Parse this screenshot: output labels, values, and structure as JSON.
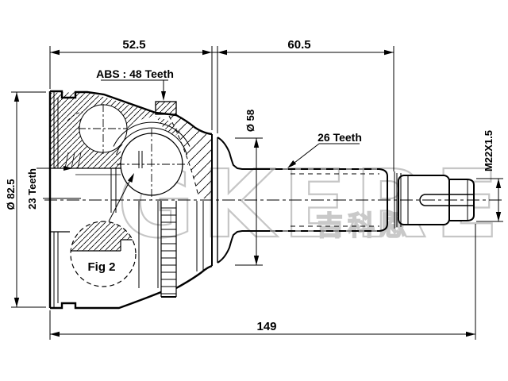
{
  "colors": {
    "line": "#000000",
    "watermark": "#c6c6c6"
  },
  "labels": {
    "dim_top_left": "52.5",
    "dim_top_right": "60.5",
    "dim_overall_length": "149",
    "dia_bell": "Ø 82.5",
    "dia_boot_seat": "Ø 58",
    "thread_spec": "M22X1.5",
    "abs_ring": "ABS : 48 Teeth",
    "outer_spline": "26 Teeth",
    "inner_spline": "23 Teeth",
    "figure_ref": "Fig 2"
  },
  "watermark": {
    "brand": "GKEREN",
    "cjk": "吉科恩"
  }
}
